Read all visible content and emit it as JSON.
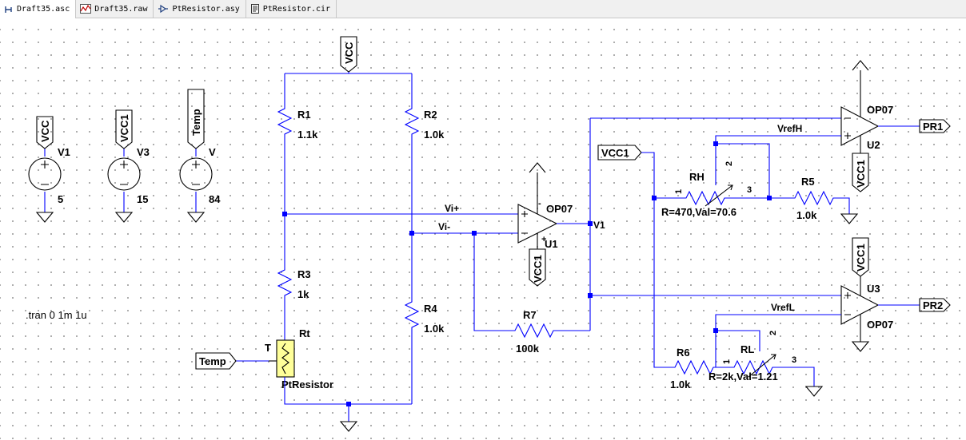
{
  "tabs": [
    {
      "label": "Draft35.asc",
      "icon": "schematic-icon",
      "active": true
    },
    {
      "label": "Draft35.raw",
      "icon": "waveform-icon",
      "active": false
    },
    {
      "label": "PtResistor.asy",
      "icon": "symbol-icon",
      "active": false
    },
    {
      "label": "PtResistor.cir",
      "icon": "netlist-icon",
      "active": false
    }
  ],
  "directive": ".tran 0 1m 1u",
  "sources": {
    "v1": {
      "name": "V1",
      "value": "5",
      "net": "VCC"
    },
    "v3": {
      "name": "V3",
      "value": "15",
      "net": "VCC1"
    },
    "v": {
      "name": "V",
      "value": "84",
      "net": "Temp"
    }
  },
  "resistors": {
    "r1": {
      "name": "R1",
      "value": "1.1k"
    },
    "r2": {
      "name": "R2",
      "value": "1.0k"
    },
    "r3": {
      "name": "R3",
      "value": "1k"
    },
    "r4": {
      "name": "R4",
      "value": "1.0k"
    },
    "r5": {
      "name": "R5",
      "value": "1.0k"
    },
    "r6": {
      "name": "R6",
      "value": "1.0k"
    },
    "r7": {
      "name": "R7",
      "value": "100k"
    }
  },
  "pots": {
    "rh": {
      "name": "RH",
      "value": "R=470,Val=70.6",
      "pin1": "1",
      "pin2": "2",
      "pin3": "3"
    },
    "rl": {
      "name": "RL",
      "value": "R=2k,Val=1.21",
      "pin1": "1",
      "pin2": "2",
      "pin3": "3"
    }
  },
  "sensor": {
    "name": "Rt",
    "model": "PtResistor",
    "pin": "T",
    "input": "Temp"
  },
  "opamps": {
    "u1": {
      "name": "U1",
      "model": "OP07",
      "supply": "VCC1"
    },
    "u2": {
      "name": "U2",
      "model": "OP07",
      "supply": "VCC1"
    },
    "u3": {
      "name": "U3",
      "model": "OP07",
      "supply": "VCC1"
    }
  },
  "nets": {
    "vcc_top": "VCC",
    "vi_plus": "Vi+",
    "vi_minus": "Vi-",
    "v1": "V1",
    "vcc1_in": "VCC1",
    "vrefh": "VrefH",
    "vrefl": "VrefL",
    "pr1": "PR1",
    "pr2": "PR2"
  },
  "colors": {
    "wire": "#0000ff",
    "sensor_fill": "#ffff99",
    "grid_dot": "#9a9a9a"
  }
}
